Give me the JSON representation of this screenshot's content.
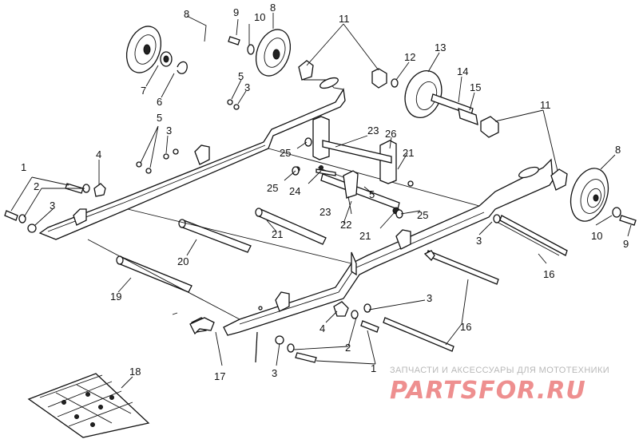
{
  "callouts": {
    "c1a": "1",
    "c1b": "1",
    "c2a": "2",
    "c2b": "2",
    "c3a": "3",
    "c3b": "3",
    "c3c": "3",
    "c3d": "3",
    "c3e": "3",
    "c3f": "3",
    "c4a": "4",
    "c4b": "4",
    "c5a": "5",
    "c5b": "5",
    "c5c": "5",
    "c6": "6",
    "c7": "7",
    "c8a": "8",
    "c8b": "8",
    "c8c": "8",
    "c9a": "9",
    "c9b": "9",
    "c10a": "10",
    "c10b": "10",
    "c11a": "11",
    "c11b": "11",
    "c12": "12",
    "c13": "13",
    "c14": "14",
    "c15": "15",
    "c16a": "16",
    "c16b": "16",
    "c17": "17",
    "c18": "18",
    "c19": "19",
    "c20": "20",
    "c21a": "21",
    "c21b": "21",
    "c21c": "21",
    "c22": "22",
    "c23a": "23",
    "c23b": "23",
    "c24": "24",
    "c25a": "25",
    "c25b": "25",
    "c25c": "25",
    "c26": "26"
  },
  "watermark": {
    "tagline": "ЗАПЧАСТИ И АКСЕССУАРЫ ДЛЯ МОТОТЕХНИКИ",
    "logo": "PARTSFOR.RU"
  }
}
